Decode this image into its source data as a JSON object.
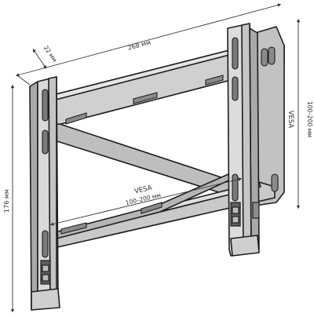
{
  "diagram": {
    "dims": {
      "depth": "22 мм",
      "width": "268 мм",
      "height": "176 мм",
      "vesa_h_label": "VESA",
      "vesa_h_range": "100–200 мм",
      "vesa_v_label": "VESA",
      "vesa_v_range": "100–200 мм"
    },
    "colors": {
      "metal_light": "#d8d8d8",
      "metal_mid": "#bdbdbd",
      "metal_dark": "#9a9a9a",
      "outline": "#1e1e1e",
      "dim_line": "#333333"
    }
  }
}
